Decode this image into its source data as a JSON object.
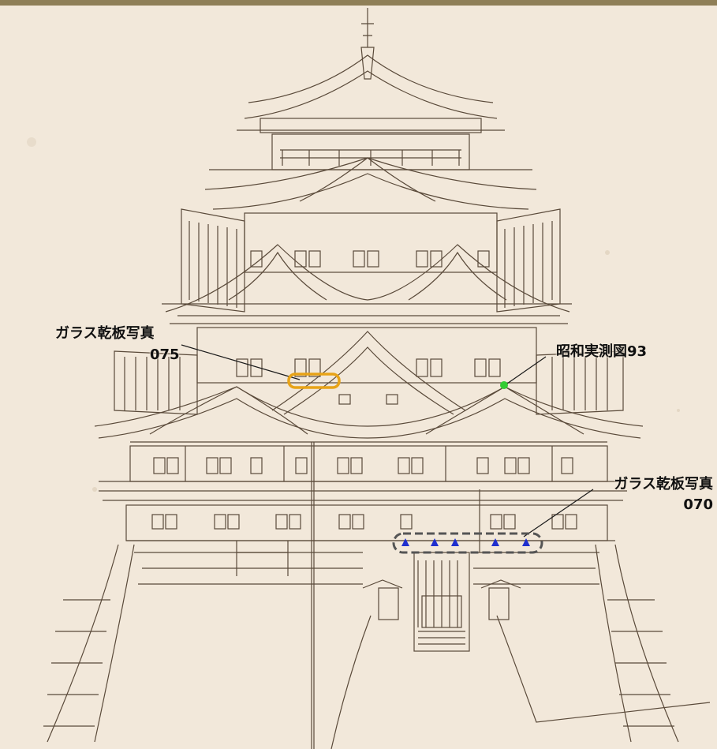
{
  "colors": {
    "paper": "#f2e8da",
    "ink": "#5a4a3a",
    "frame": "#8f7f57",
    "highlight_orange": "#e8a317",
    "marker_green": "#33cc33",
    "marker_blue": "#1f2fcf",
    "marker_band": "#555555"
  },
  "annotations": [
    {
      "line1": "ガラス乾板写真",
      "line2": "075",
      "marker": "orange-oval"
    },
    {
      "line1": "昭和実測図93",
      "line2": "",
      "marker": "green-dot"
    },
    {
      "line1": "ガラス乾板写真",
      "line2": "070",
      "marker": "blue-triangles"
    }
  ],
  "markers": {
    "blue_triangle_count": 5
  }
}
